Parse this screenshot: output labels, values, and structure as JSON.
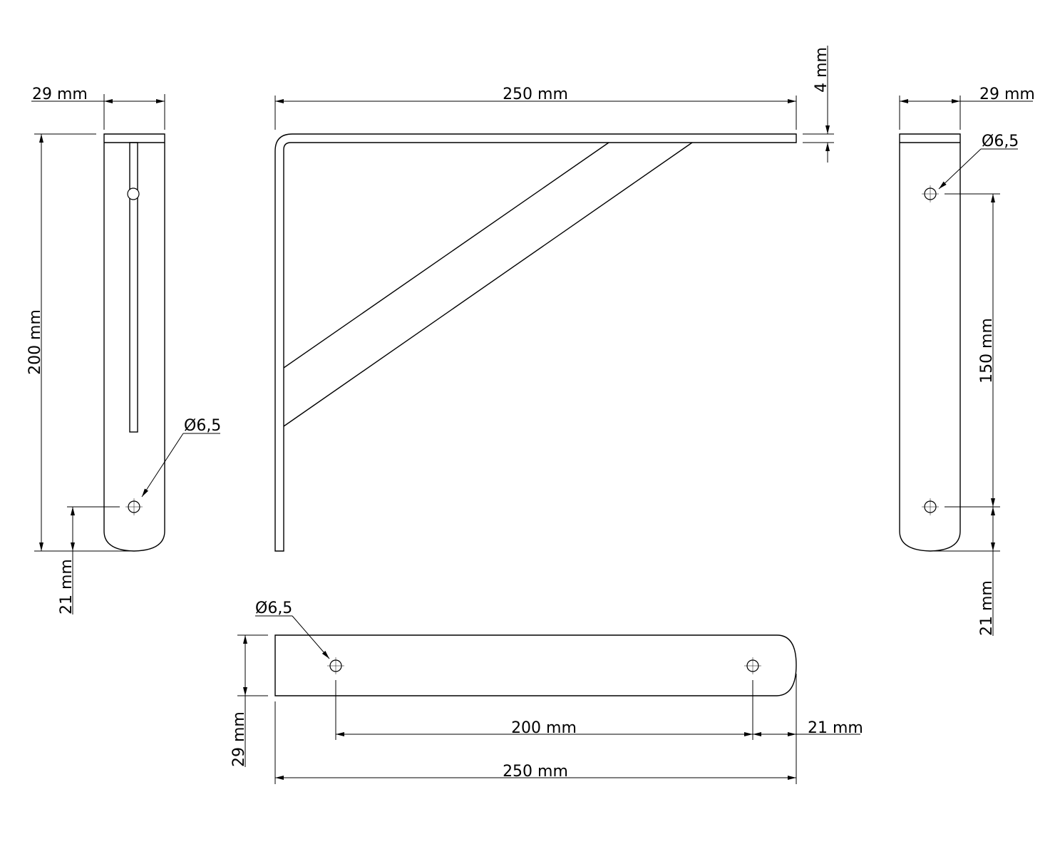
{
  "labels": {
    "left_width": "29 mm",
    "left_height": "200 mm",
    "left_bottom": "21 mm",
    "left_hole": "Ø6,5",
    "top_length": "250 mm",
    "thickness": "4 mm",
    "right_width": "29 mm",
    "right_hole": "Ø6,5",
    "right_spacing": "150 mm",
    "right_bottom": "21 mm",
    "bottom_hole": "Ø6,5",
    "bottom_width": "29 mm",
    "bottom_spacing": "200 mm",
    "bottom_end": "21 mm",
    "bottom_length": "250 mm"
  },
  "colors": {
    "line": "#000000",
    "background": "#ffffff"
  }
}
